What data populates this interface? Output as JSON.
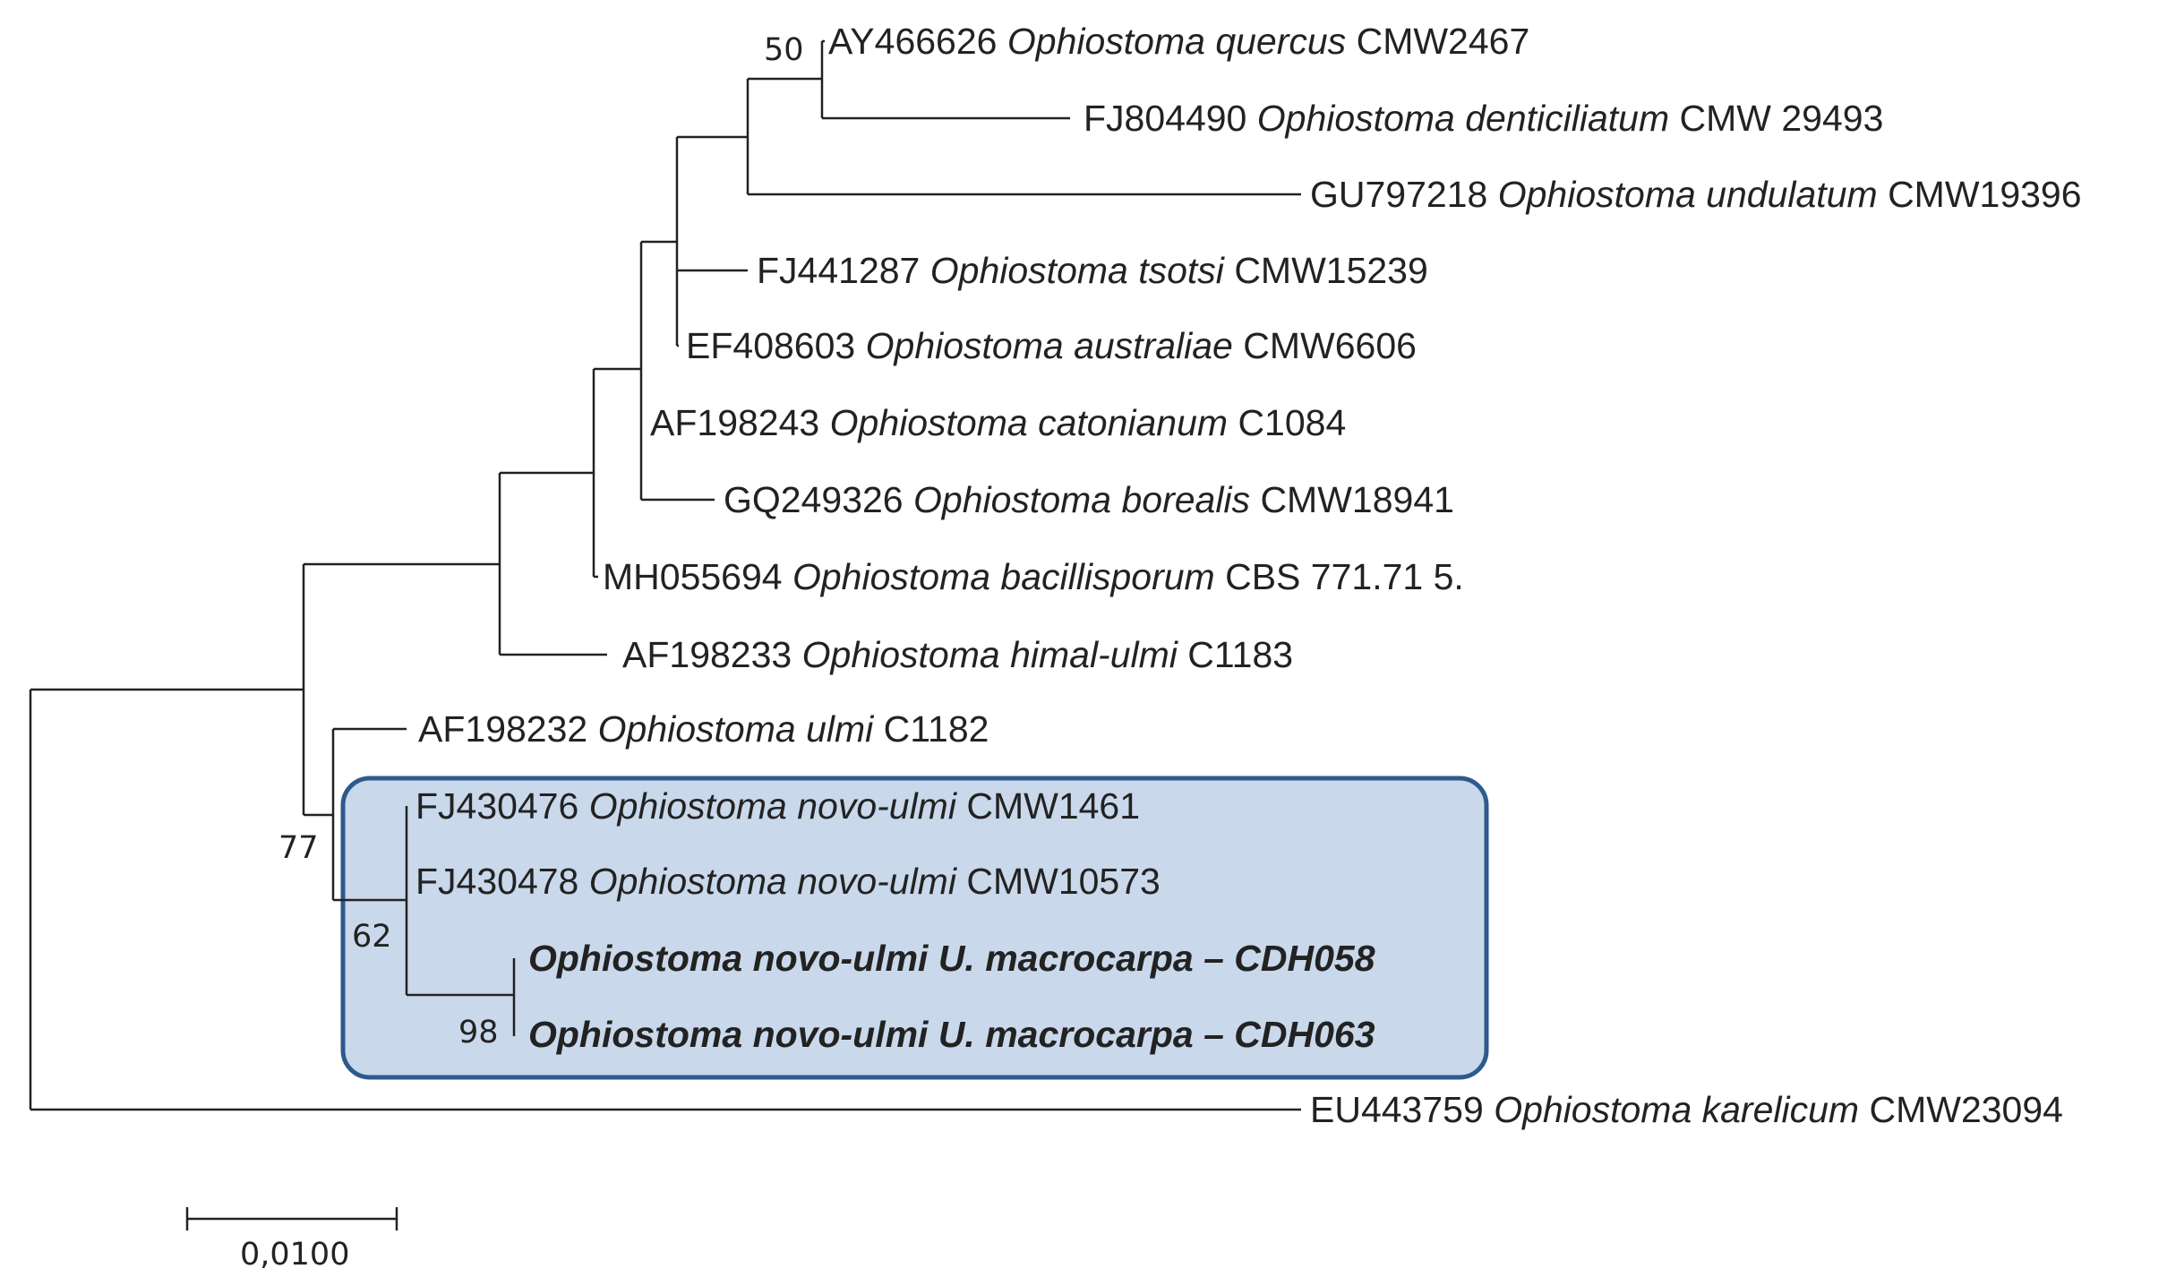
{
  "taxa": [
    {
      "accession": "AY466626",
      "species": "Ophiostoma quercus",
      "strain": "CMW2467"
    },
    {
      "accession": "FJ804490",
      "species": "Ophiostoma denticiliatum",
      "strain": "CMW 29493"
    },
    {
      "accession": "GU797218",
      "species": "Ophiostoma undulatum",
      "strain": "CMW19396"
    },
    {
      "accession": "FJ441287",
      "species": "Ophiostoma tsotsi",
      "strain": "CMW15239"
    },
    {
      "accession": "EF408603",
      "species": "Ophiostoma australiae",
      "strain": "CMW6606"
    },
    {
      "accession": "AF198243",
      "species": "Ophiostoma catonianum",
      "strain": "C1084"
    },
    {
      "accession": "GQ249326",
      "species": "Ophiostoma borealis",
      "strain": "CMW18941"
    },
    {
      "accession": "MH055694",
      "species": "Ophiostoma bacillisporum",
      "strain": "CBS 771.71 5."
    },
    {
      "accession": "AF198233",
      "species": "Ophiostoma himal-ulmi",
      "strain": "C1183"
    },
    {
      "accession": "AF198232",
      "species": "Ophiostoma ulmi",
      "strain": "C1182"
    },
    {
      "accession": "FJ430476",
      "species": "Ophiostoma novo-ulmi",
      "strain": "CMW1461"
    },
    {
      "accession": "FJ430478",
      "species": "Ophiostoma novo-ulmi",
      "strain": "CMW10573"
    },
    {
      "accession": "",
      "species": "Ophiostoma novo-ulmi U. macrocarpa",
      "strain": "– CDH058",
      "bold": true
    },
    {
      "accession": "",
      "species": "Ophiostoma novo-ulmi U. macrocarpa",
      "strain": "– CDH063",
      "bold": true
    },
    {
      "accession": "EU443759",
      "species": "Ophiostoma karelicum",
      "strain": "CMW23094"
    }
  ],
  "bootstrap": {
    "quercus_node": "50",
    "ulmi_clade": "77",
    "novo_ulmi_clade": "62",
    "cdh_clade": "98"
  },
  "scale_bar": {
    "label": "0,0100"
  },
  "highlight_colors": {
    "fill": "#c9d8ea",
    "border": "#2e5a8c"
  }
}
